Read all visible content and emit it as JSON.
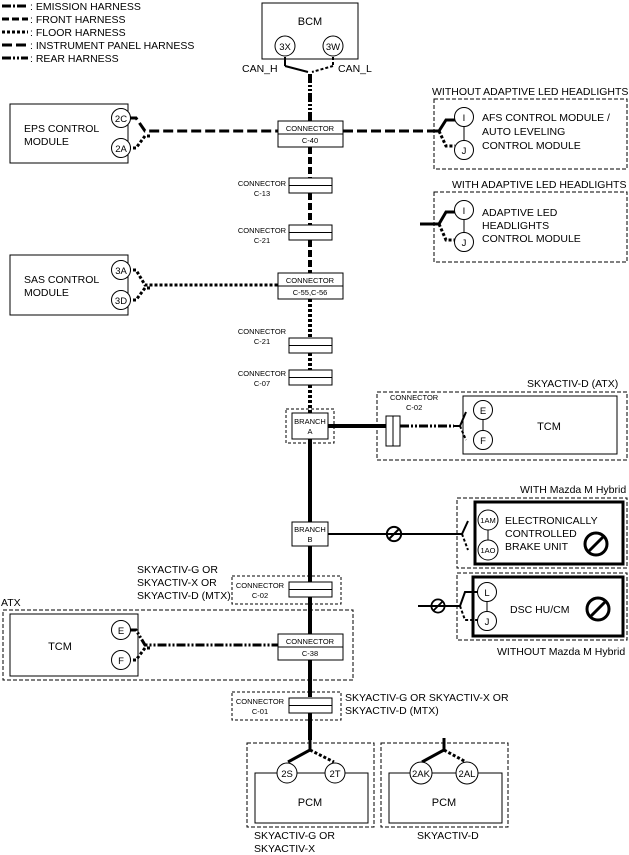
{
  "legend": [
    {
      "label": ": EMISSION HARNESS"
    },
    {
      "label": ": FRONT HARNESS"
    },
    {
      "label": ": FLOOR HARNESS"
    },
    {
      "label": ": INSTRUMENT PANEL HARNESS"
    },
    {
      "label": ": REAR HARNESS"
    }
  ],
  "bcm": {
    "title": "BCM",
    "pin_h": "3X",
    "pin_l": "3W",
    "can_h": "CAN_H",
    "can_l": "CAN_L"
  },
  "eps": {
    "line1": "EPS CONTROL",
    "line2": "MODULE",
    "pin1": "2C",
    "pin2": "2A"
  },
  "sas": {
    "line1": "SAS CONTROL",
    "line2": "MODULE",
    "pin1": "3A",
    "pin2": "3D"
  },
  "afs": {
    "caption": "WITHOUT ADAPTIVE LED HEADLIGHTS",
    "line1": "AFS CONTROL MODULE /",
    "line2": "AUTO LEVELING",
    "line3": "CONTROL MODULE",
    "pin1": "I",
    "pin2": "J"
  },
  "adaptive": {
    "caption": "WITH ADAPTIVE LED HEADLIGHTS",
    "line1": "ADAPTIVE LED",
    "line2": "HEADLIGHTS",
    "line3": "CONTROL MODULE",
    "pin1": "I",
    "pin2": "J"
  },
  "connectors": {
    "c40": {
      "line1": "CONNECTOR",
      "line2": "C-40"
    },
    "c13": {
      "line1": "CONNECTOR",
      "line2": "C-13"
    },
    "c21a": {
      "line1": "CONNECTOR",
      "line2": "C-21"
    },
    "c55": {
      "line1": "CONNECTOR",
      "line2": "C-55,C-56"
    },
    "c21b": {
      "line1": "CONNECTOR",
      "line2": "C-21"
    },
    "c07": {
      "line1": "CONNECTOR",
      "line2": "C-07"
    },
    "c02r": {
      "line1": "CONNECTOR",
      "line2": "C-02"
    },
    "c02c": {
      "line1": "CONNECTOR",
      "line2": "C-02"
    },
    "c38": {
      "line1": "CONNECTOR",
      "line2": "C-38"
    },
    "c01": {
      "line1": "CONNECTOR",
      "line2": "C-01"
    }
  },
  "branches": {
    "a": {
      "line1": "BRANCH",
      "line2": "A"
    },
    "b": {
      "line1": "BRANCH",
      "line2": "B"
    }
  },
  "tcm_right": {
    "caption": "SKYACTIV-D (ATX)",
    "title": "TCM",
    "pin1": "E",
    "pin2": "F"
  },
  "ebu": {
    "caption": "WITH Mazda M Hybrid",
    "line1": "ELECTRONICALLY",
    "line2": "CONTROLLED",
    "line3": "BRAKE UNIT",
    "pin1": "1AM",
    "pin2": "1AO"
  },
  "dsc": {
    "caption": "WITHOUT Mazda M Hybrid",
    "title": "DSC HU/CM",
    "pin1": "L",
    "pin2": "J"
  },
  "c02_caption": {
    "line1": "SKYACTIV-G OR",
    "line2": "SKYACTIV-X OR",
    "line3": "SKYACTIV-D (MTX)"
  },
  "tcm_left": {
    "caption": "ATX",
    "title": "TCM",
    "pin1": "E",
    "pin2": "F"
  },
  "c01_caption": {
    "line1": "SKYACTIV-G OR SKYACTIV-X OR",
    "line2": "SKYACTIV-D (MTX)"
  },
  "pcm_left": {
    "title": "PCM",
    "pin1": "2S",
    "pin2": "2T",
    "caption1": "SKYACTIV-G OR",
    "caption2": "SKYACTIV-X"
  },
  "pcm_right": {
    "title": "PCM",
    "pin1": "2AK",
    "pin2": "2AL",
    "caption": "SKYACTIV-D"
  }
}
